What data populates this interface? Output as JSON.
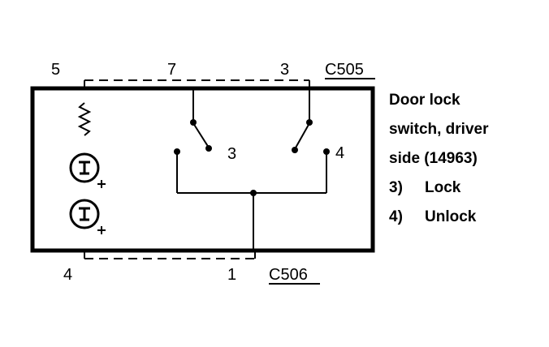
{
  "connector_top": {
    "id": "C505",
    "pins": [
      "5",
      "7",
      "3"
    ]
  },
  "connector_bottom": {
    "id": "C506",
    "pins": [
      "4",
      "1"
    ]
  },
  "switch_contacts": {
    "lock": "3",
    "unlock": "4"
  },
  "description": {
    "lines": [
      "Door lock",
      "switch, driver",
      "side (14963)"
    ],
    "positions": [
      {
        "number": "3)",
        "label": "Lock"
      },
      {
        "number": "4)",
        "label": "Unlock"
      }
    ]
  },
  "icons": [
    "resistor-icon",
    "lamp-icon",
    "lamp-icon"
  ]
}
